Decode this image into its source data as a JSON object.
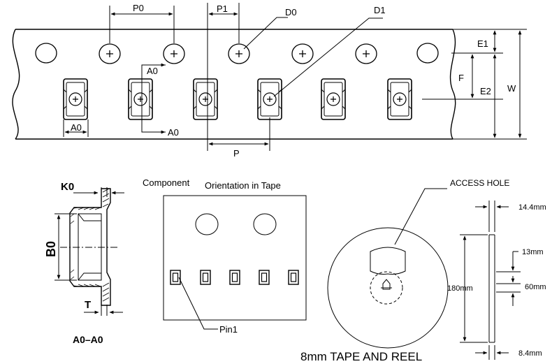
{
  "tape_diagram": {
    "dims": {
      "p0": "P0",
      "p1": "P1",
      "d0": "D0",
      "d1": "D1",
      "e1": "E1",
      "e2": "E2",
      "f": "F",
      "w": "W",
      "p": "P",
      "a0_section_top": "A0",
      "a0_section_bottom": "A0",
      "a0_width": "A0"
    }
  },
  "cross_section": {
    "k0": "K0",
    "b0": "B0",
    "t": "T",
    "caption": "A0–A0"
  },
  "orientation": {
    "title_part1": "Component",
    "title_part2": "Orientation in Tape",
    "pin_label": "Pin1"
  },
  "reel": {
    "access_hole": "ACCESS HOLE",
    "dims": {
      "width_top": "14.4mm",
      "hub": "13mm",
      "diameter": "180mm",
      "hub_diameter": "60mm",
      "width_bottom": "8.4mm"
    },
    "caption": "8mm TAPE AND REEL"
  }
}
